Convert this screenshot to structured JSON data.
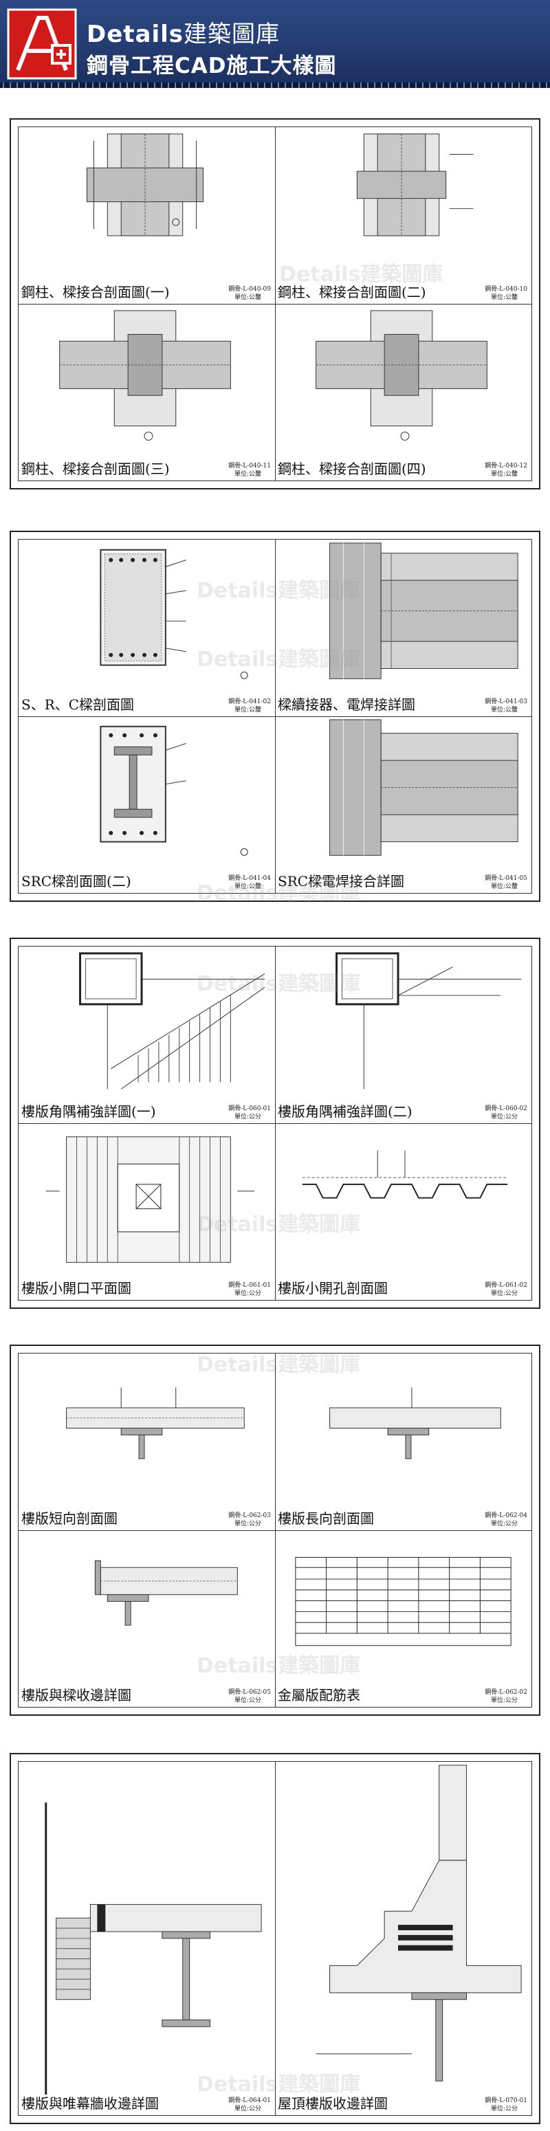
{
  "header": {
    "brand": "Details",
    "brand_cn": "建築圖庫",
    "title": "鋼骨工程CAD施工大樣圖",
    "colors": {
      "bg_top": "#2e4a86",
      "bg_bottom": "#1b2f5e",
      "logo_red": "#d11a1a"
    }
  },
  "watermark": "Details建築圖庫",
  "sheets": [
    {
      "cells": [
        {
          "caption": "鋼柱、樑接合剖面圖(一)",
          "code": "鋼骨-L-040-09",
          "unit": "單位:公釐"
        },
        {
          "caption": "鋼柱、樑接合剖面圖(二)",
          "code": "鋼骨-L-040-10",
          "unit": "單位:公釐"
        },
        {
          "caption": "鋼柱、樑接合剖面圖(三)",
          "code": "鋼骨-L-040-11",
          "unit": "單位:公釐"
        },
        {
          "caption": "鋼柱、樑接合剖面圖(四)",
          "code": "鋼骨-L-040-12",
          "unit": "單位:公釐"
        }
      ]
    },
    {
      "cells": [
        {
          "caption": "S、R、C樑剖面圖",
          "code": "鋼骨-L-041-02",
          "unit": "單位:公釐"
        },
        {
          "caption": "樑續接器、電焊接詳圖",
          "code": "鋼骨-L-041-03",
          "unit": "單位:公釐"
        },
        {
          "caption": "SRC樑剖面圖(二)",
          "code": "鋼骨-L-041-04",
          "unit": "單位:公釐"
        },
        {
          "caption": "SRC樑電焊接合詳圖",
          "code": "鋼骨-L-041-05",
          "unit": "單位:公釐"
        }
      ]
    },
    {
      "cells": [
        {
          "caption": "樓版角隅補強詳圖(一)",
          "code": "鋼骨-L-060-01",
          "unit": "單位:公分"
        },
        {
          "caption": "樓版角隅補強詳圖(二)",
          "code": "鋼骨-L-060-02",
          "unit": "單位:公分"
        },
        {
          "caption": "樓版小開口平面圖",
          "code": "鋼骨-L-061-01",
          "unit": "單位:公分"
        },
        {
          "caption": "樓版小開孔剖面圖",
          "code": "鋼骨-L-061-02",
          "unit": "單位:公分"
        }
      ]
    },
    {
      "cells": [
        {
          "caption": "樓版短向剖面圖",
          "code": "鋼骨-L-062-03",
          "unit": "單位:公分"
        },
        {
          "caption": "樓版長向剖面圖",
          "code": "鋼骨-L-062-04",
          "unit": "單位:公分"
        },
        {
          "caption": "樓版與樑收邊詳圖",
          "code": "鋼骨-L-062-05",
          "unit": "單位:公分"
        },
        {
          "caption": "金屬版配筋表",
          "code": "鋼骨-L-062-02",
          "unit": "單位:公分"
        }
      ]
    },
    {
      "cells": [
        {
          "caption": "樓版與唯幕牆收邊詳圖",
          "code": "鋼骨-L-064-01",
          "unit": "單位:公分"
        },
        {
          "caption": "屋頂樓版收邊詳圖",
          "code": "鋼骨-L-070-01",
          "unit": "單位:公分"
        }
      ]
    }
  ]
}
